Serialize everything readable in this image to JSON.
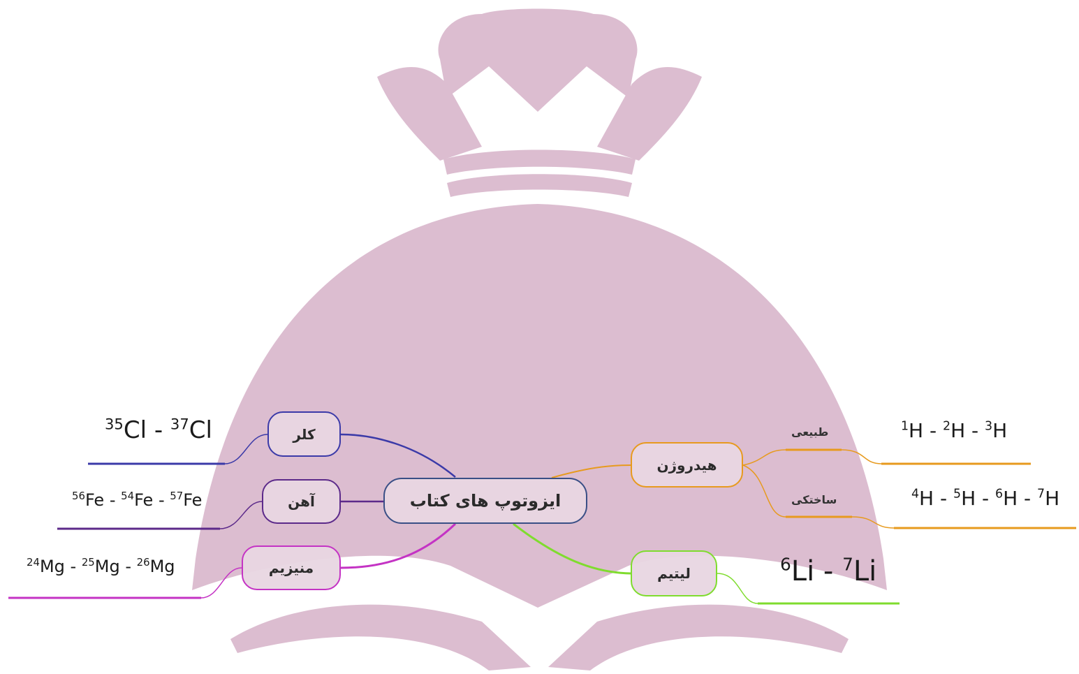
{
  "colors": {
    "logo": "#dcbdd0",
    "chlorine": "#3b3aa8",
    "iron": "#5c2a8a",
    "magnesium": "#c433c4",
    "hydrogen": "#e79a1e",
    "lithium": "#7fdc2e",
    "center_border": "#3a4f86"
  },
  "center": {
    "label": "ایزوتوپ های کتاب"
  },
  "branches": {
    "chlorine": {
      "label": "کلر",
      "isotopes": [
        {
          "mass": "35",
          "symbol": "Cl"
        },
        {
          "mass": "37",
          "symbol": "Cl"
        }
      ]
    },
    "iron": {
      "label": "آهن",
      "isotopes": [
        {
          "mass": "56",
          "symbol": "Fe"
        },
        {
          "mass": "54",
          "symbol": "Fe"
        },
        {
          "mass": "57",
          "symbol": "Fe"
        }
      ]
    },
    "magnesium": {
      "label": "منیزیم",
      "isotopes": [
        {
          "mass": "24",
          "symbol": "Mg"
        },
        {
          "mass": "25",
          "symbol": "Mg"
        },
        {
          "mass": "26",
          "symbol": "Mg"
        }
      ]
    },
    "hydrogen": {
      "label": "هیدروژن",
      "natural": {
        "label": "طبیعی",
        "isotopes": [
          {
            "mass": "1",
            "symbol": "H"
          },
          {
            "mass": "2",
            "symbol": "H"
          },
          {
            "mass": "3",
            "symbol": "H"
          }
        ]
      },
      "synthetic": {
        "label": "ساختکی",
        "isotopes": [
          {
            "mass": "4",
            "symbol": "H"
          },
          {
            "mass": "5",
            "symbol": "H"
          },
          {
            "mass": "6",
            "symbol": "H"
          },
          {
            "mass": "7",
            "symbol": "H"
          }
        ]
      }
    },
    "lithium": {
      "label": "لیتیم",
      "isotopes": [
        {
          "mass": "6",
          "symbol": "Li"
        },
        {
          "mass": "7",
          "symbol": "Li"
        }
      ]
    }
  },
  "separator": " - "
}
